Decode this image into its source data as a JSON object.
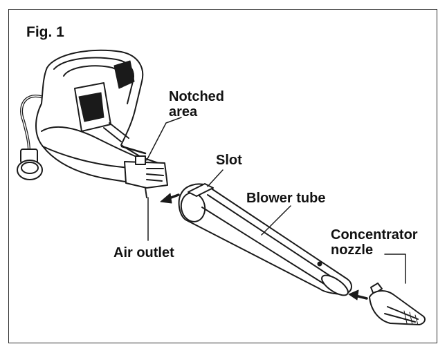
{
  "figure": {
    "title": "Fig. 1",
    "labels": {
      "notched_area": [
        "Notched",
        "area"
      ],
      "slot": "Slot",
      "blower_tube": "Blower tube",
      "air_outlet": "Air outlet",
      "concentrator_nozzle": [
        "Concentrator",
        "nozzle"
      ]
    },
    "parts": [
      "blower-body",
      "air-outlet",
      "blower-tube",
      "concentrator-nozzle"
    ],
    "colors": {
      "line": "#1a1a1a",
      "frame": "#2b2b2b",
      "background": "#ffffff",
      "shade": "#cfcfcf"
    }
  }
}
